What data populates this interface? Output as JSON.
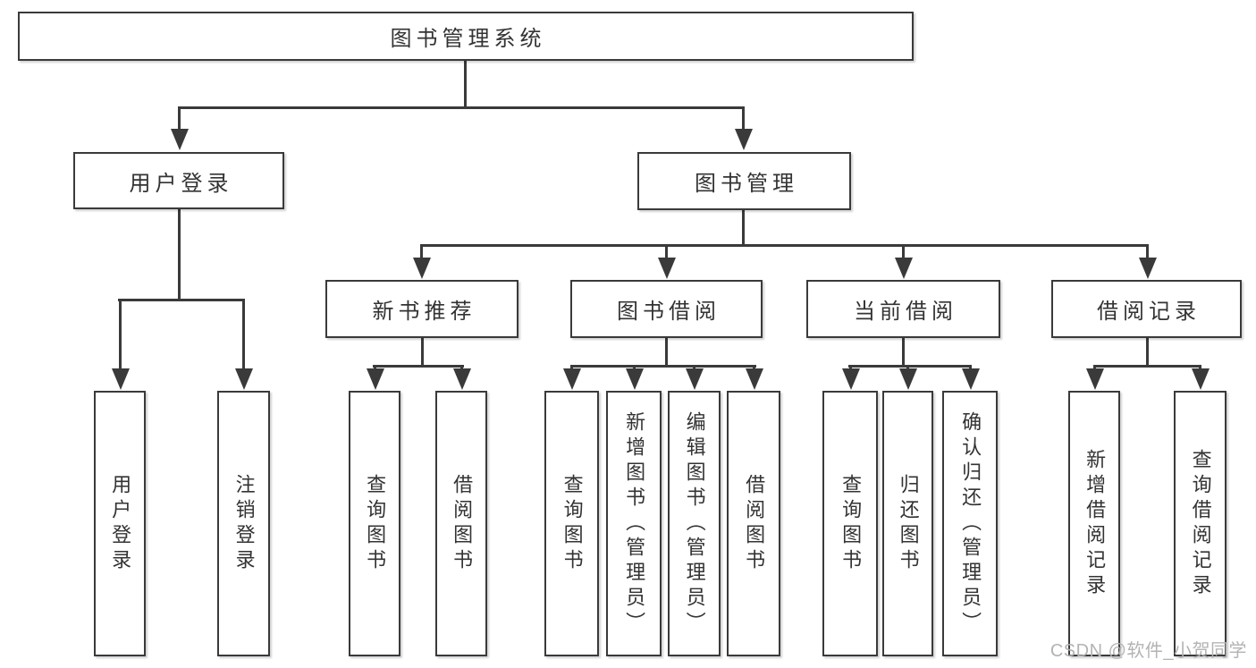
{
  "diagram": {
    "title": "图书管理系统",
    "watermark": "CSDN @软件_小贺同学",
    "colors": {
      "line": "#3a3a3a",
      "text": "#333333",
      "box_background": "#ffffff",
      "canvas_background": "#ffffff",
      "watermark": "#b3b3b3"
    },
    "tree": {
      "label": "图书管理系统",
      "children": [
        {
          "label": "用户登录",
          "children": [
            {
              "label": "用户登录"
            },
            {
              "label": "注销登录"
            }
          ]
        },
        {
          "label": "图书管理",
          "children": [
            {
              "label": "新书推荐",
              "children": [
                {
                  "label": "查询图书"
                },
                {
                  "label": "借阅图书"
                }
              ]
            },
            {
              "label": "图书借阅",
              "children": [
                {
                  "label": "查询图书"
                },
                {
                  "label": "新增图书（管理员）"
                },
                {
                  "label": "编辑图书（管理员）"
                },
                {
                  "label": "借阅图书"
                }
              ]
            },
            {
              "label": "当前借阅",
              "children": [
                {
                  "label": "查询图书"
                },
                {
                  "label": "归还图书"
                },
                {
                  "label": "确认归还（管理员）"
                }
              ]
            },
            {
              "label": "借阅记录",
              "children": [
                {
                  "label": "新增借阅记录"
                },
                {
                  "label": "查询借阅记录"
                }
              ]
            }
          ]
        }
      ]
    }
  }
}
